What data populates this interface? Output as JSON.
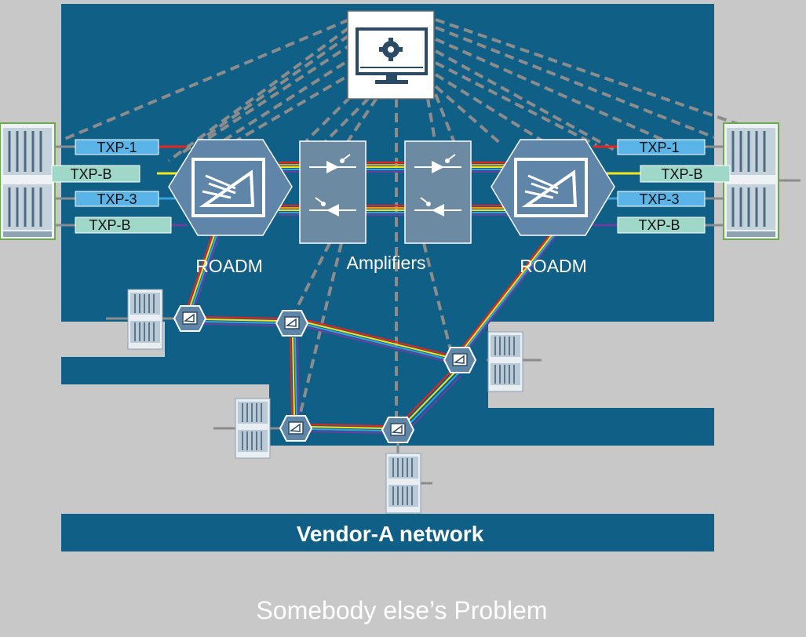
{
  "colors": {
    "background": "#c8c8c8",
    "network_blue": "#0f5f86",
    "node_fill": "#6d8aa3",
    "dashed_line": "#8c8c8c",
    "caption_text": "#ffffff"
  },
  "labels": {
    "roadm_left": "ROADM",
    "roadm_right": "ROADM",
    "amplifiers": "Amplifiers",
    "network_name": "Vendor-A network",
    "caption": "Somebody else’s Problem"
  },
  "transponders": {
    "left": [
      "TXP-1",
      "TXP-B",
      "TXP-3",
      "TXP-B"
    ],
    "right": [
      "TXP-1",
      "TXP-B",
      "TXP-3",
      "TXP-B"
    ]
  },
  "icons": {
    "management": "monitor-gear-icon",
    "roadm": "wavelength-switch-icon",
    "amplifier": "optical-amplifier-icon",
    "mesh_node": "roadm-node-icon",
    "chassis": "equipment-rack-icon"
  }
}
